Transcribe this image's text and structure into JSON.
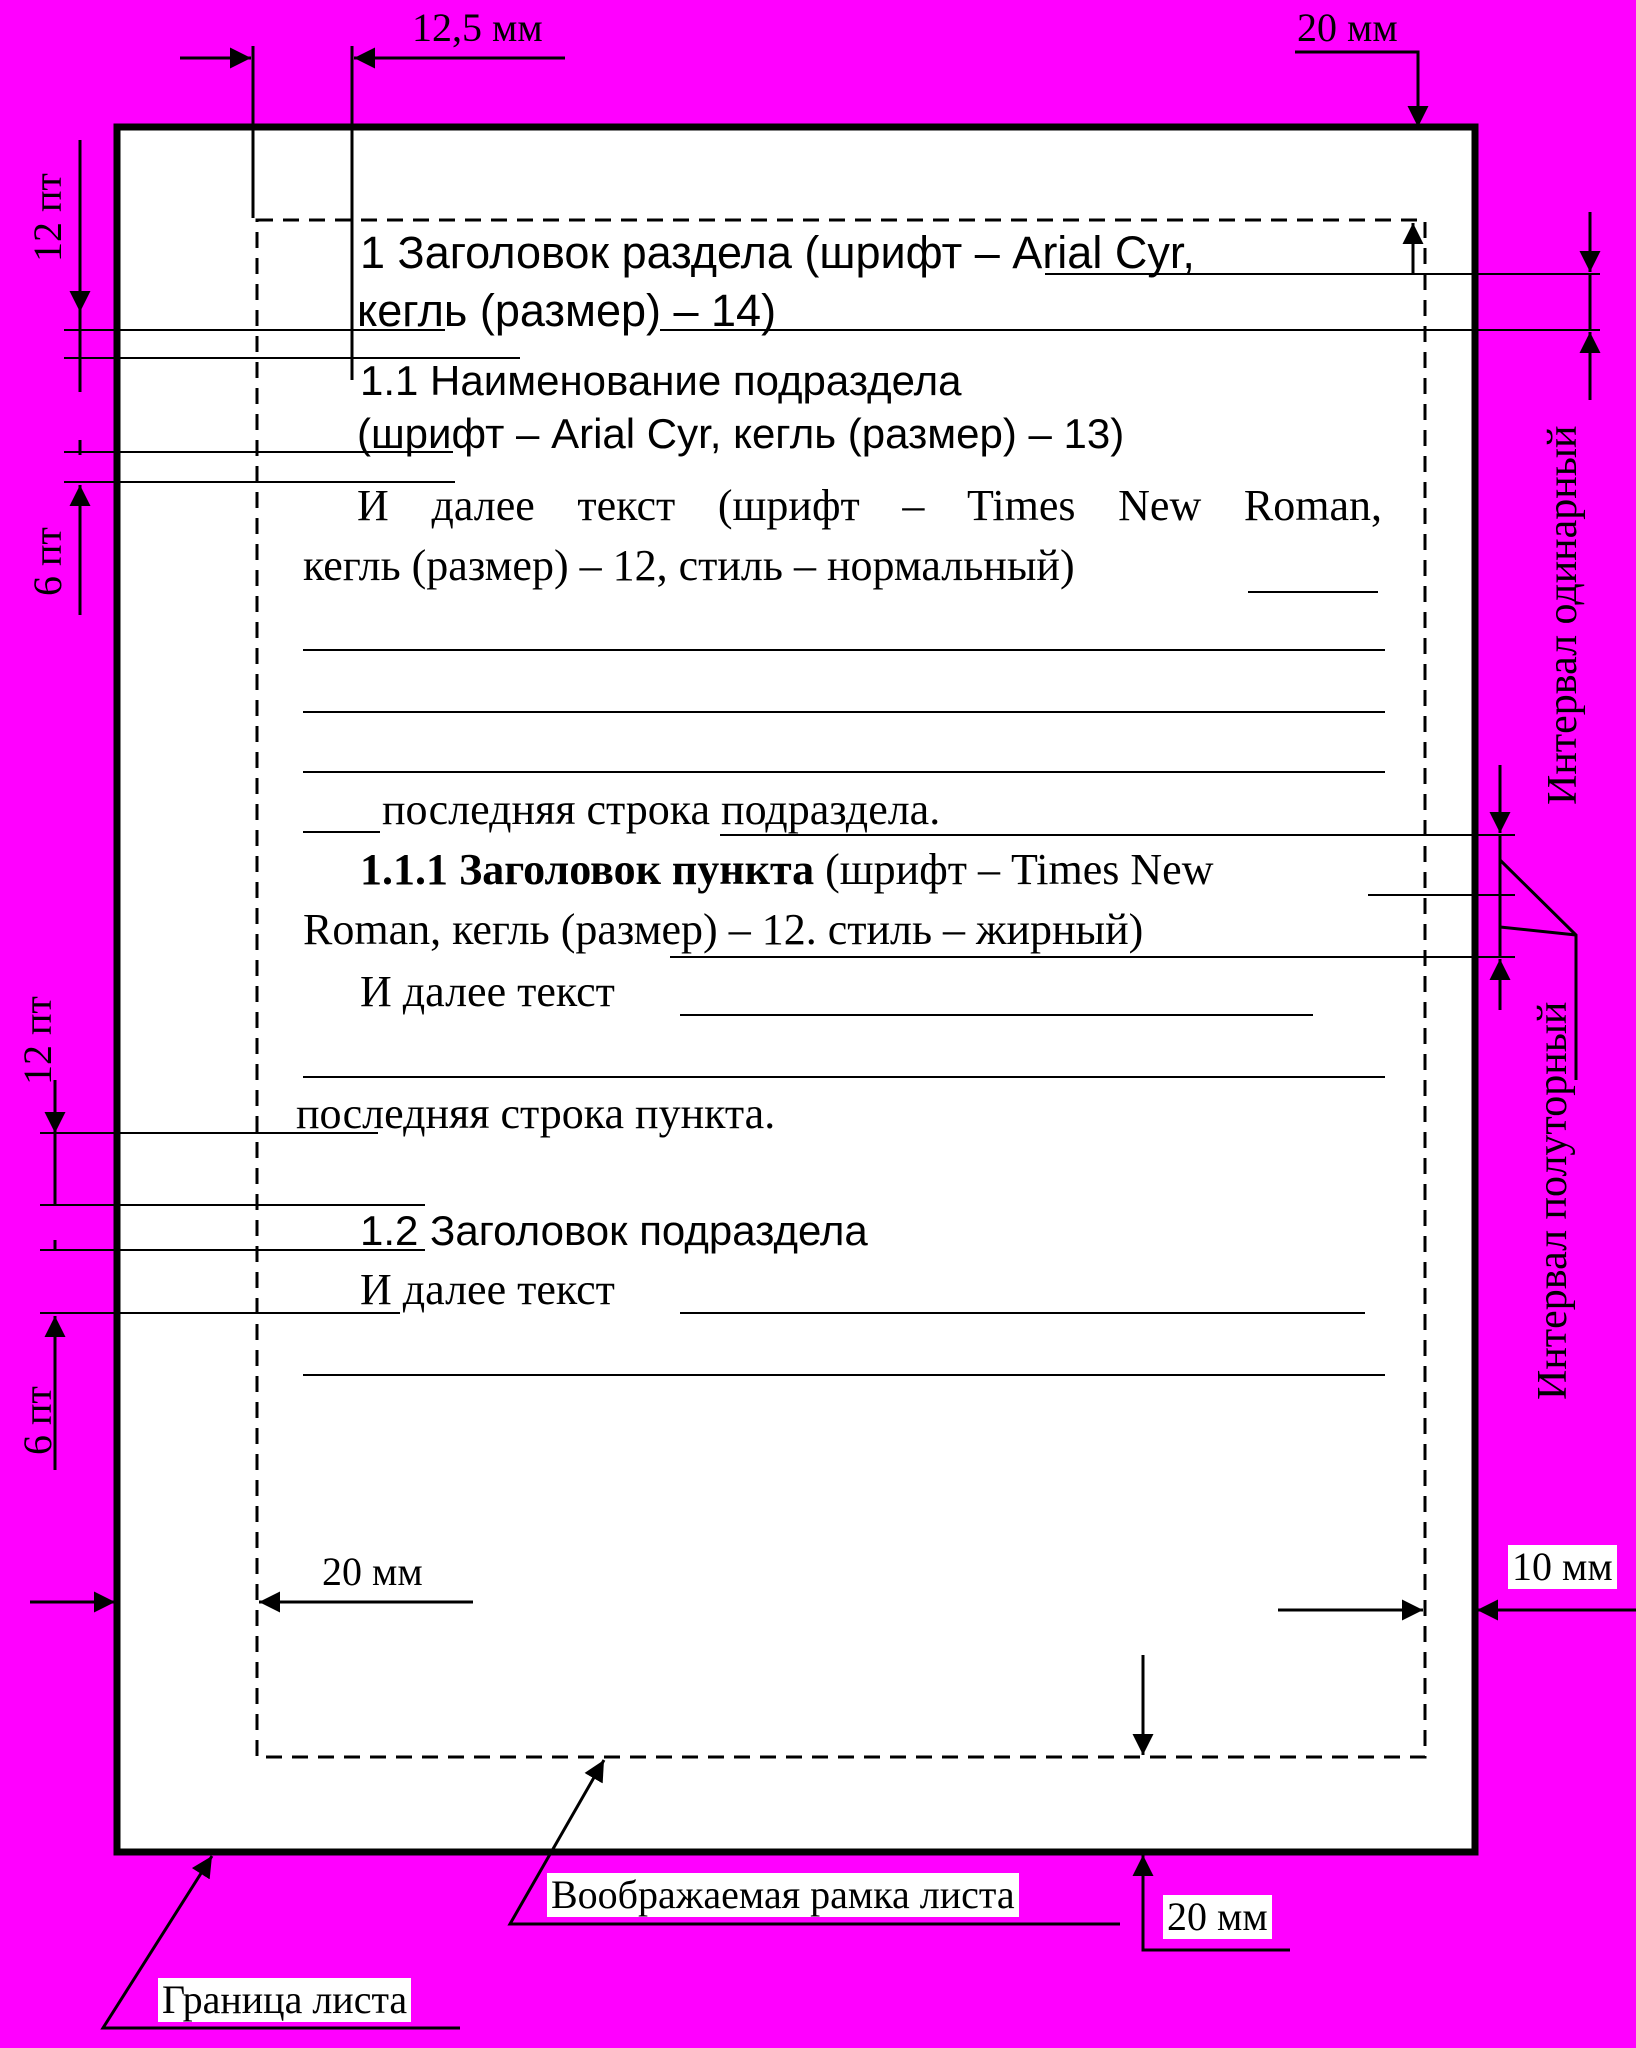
{
  "labels": {
    "indent_mm": "12,5 мм",
    "top_right_mm": "20 мм",
    "left_12pt_top": "12 пт",
    "left_6pt_top": "6 пт",
    "left_12pt_bottom": "12 пт",
    "left_6pt_bottom": "6 пт",
    "interval_single": "Интервал одинарный",
    "interval_onehalf": "Интервал полуторный",
    "left_margin_mm": "20 мм",
    "right_margin_mm": "10 мм",
    "bottom_margin_mm": "20 мм",
    "imaginary_frame": "Воображаемая рамка листа",
    "sheet_border": "Граница листа"
  },
  "content": {
    "section_title_l1": "1 Заголовок раздела (шрифт – Arial Cyr,",
    "section_title_l2": "кегль (размер) – 14)",
    "subsection_l1": "1.1 Наименование подраздела",
    "subsection_l2": "(шрифт – Arial Cyr, кегль (размер) – 13)",
    "body_l1": "И далее текст (шрифт – Times New Roman,",
    "body_l2": "кегль (размер) – 12, стиль – нормальный)",
    "last_line_sub": "последняя строка подраздела.",
    "item_bold": "1.1.1 Заголовок пункта",
    "item_rest": " (шрифт – Times New",
    "item_l2": "Roman, кегль (размер) – 12. стиль – жирный)",
    "item_text": "И далее текст",
    "last_line_item": "последняя строка пункта.",
    "subsection2": "1.2 Заголовок подраздела",
    "sub2_text": "И далее текст"
  }
}
